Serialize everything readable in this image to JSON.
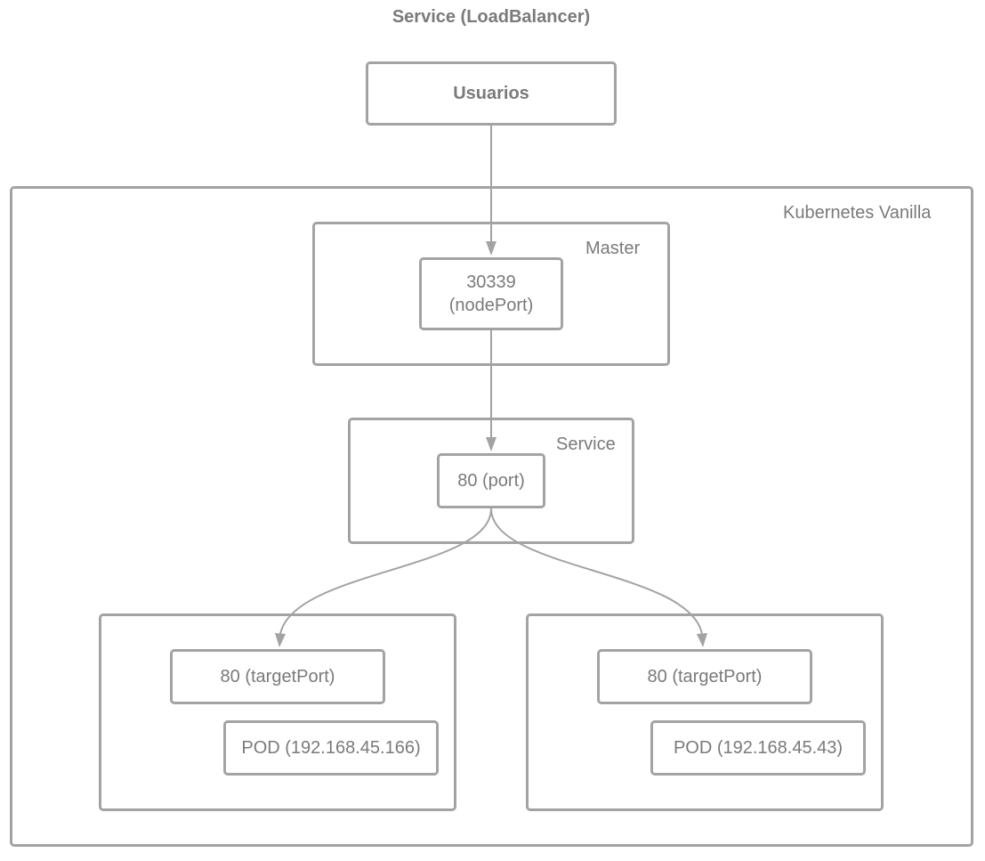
{
  "title": "Service (LoadBalancer)",
  "nodes": {
    "usuarios": "Usuarios",
    "cluster": "Kubernetes Vanilla",
    "master": "Master",
    "node_port_number": "30339",
    "node_port_label": "(nodePort)",
    "service": "Service",
    "service_port": "80 (port)",
    "target_port_left": "80 (targetPort)",
    "pod_left": "POD (192.168.45.166)",
    "target_port_right": "80 (targetPort)",
    "pod_right": "POD (192.168.45.43)"
  },
  "colors": {
    "stroke": "#a3a3a3",
    "text": "#7a7a7a"
  }
}
